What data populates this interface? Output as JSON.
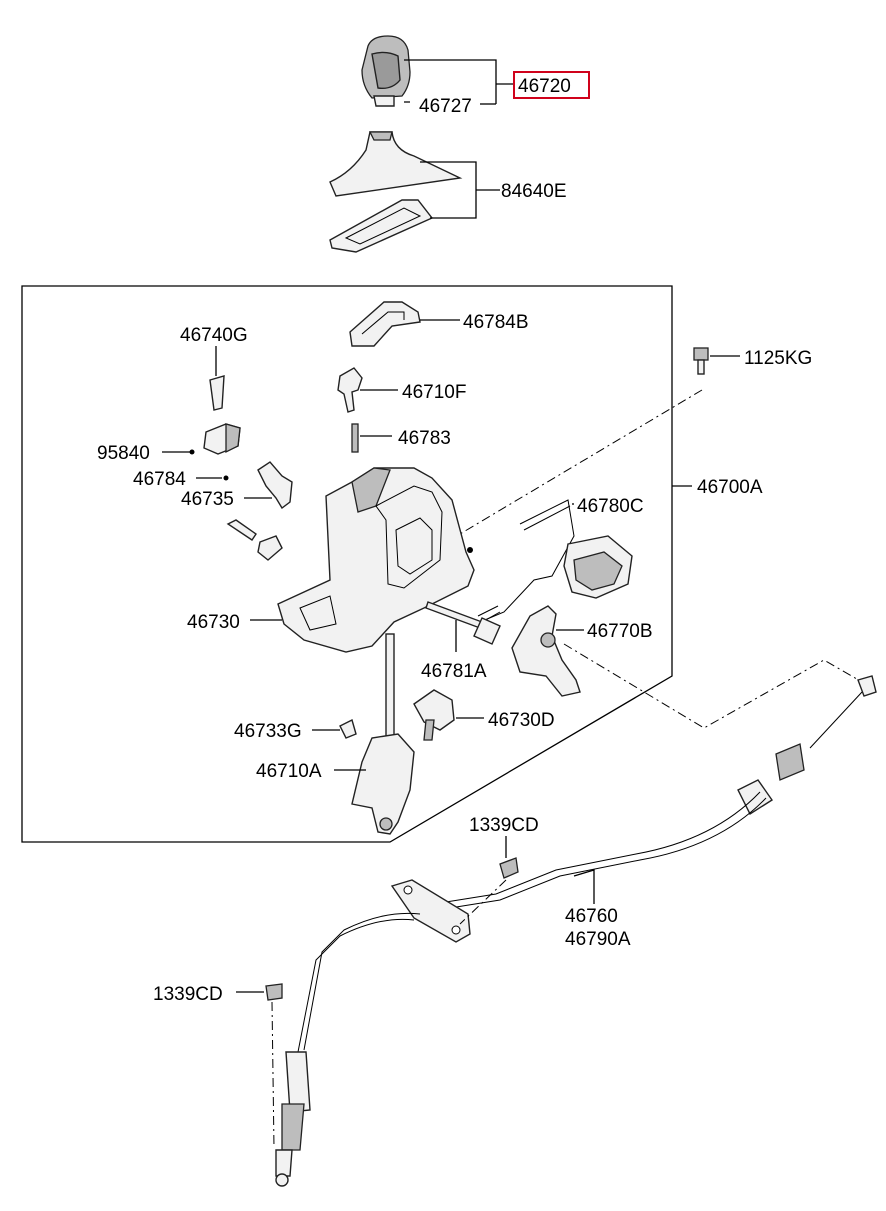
{
  "labels": {
    "knob_assy": "46720",
    "knob_insert": "46727",
    "boot": "84640E",
    "indicator_cover": "46784B",
    "spring_clip": "46740G",
    "lever_clip": "46710F",
    "pin": "46783",
    "bolt": "1125KG",
    "switch": "95840",
    "small_pin": "46784",
    "bracket": "46735",
    "shifter_assy": "46700A",
    "cable_assy_shift_lock": "46780C",
    "housing": "46730",
    "lever_bracket": "46770B",
    "rod": "46781A",
    "clip_g": "46733G",
    "solenoid": "46730D",
    "lever": "46710A",
    "nut_upper": "1339CD",
    "cable_1": "46760",
    "cable_2": "46790A",
    "nut_lower": "1339CD"
  },
  "highlight_color": "#d0021b"
}
